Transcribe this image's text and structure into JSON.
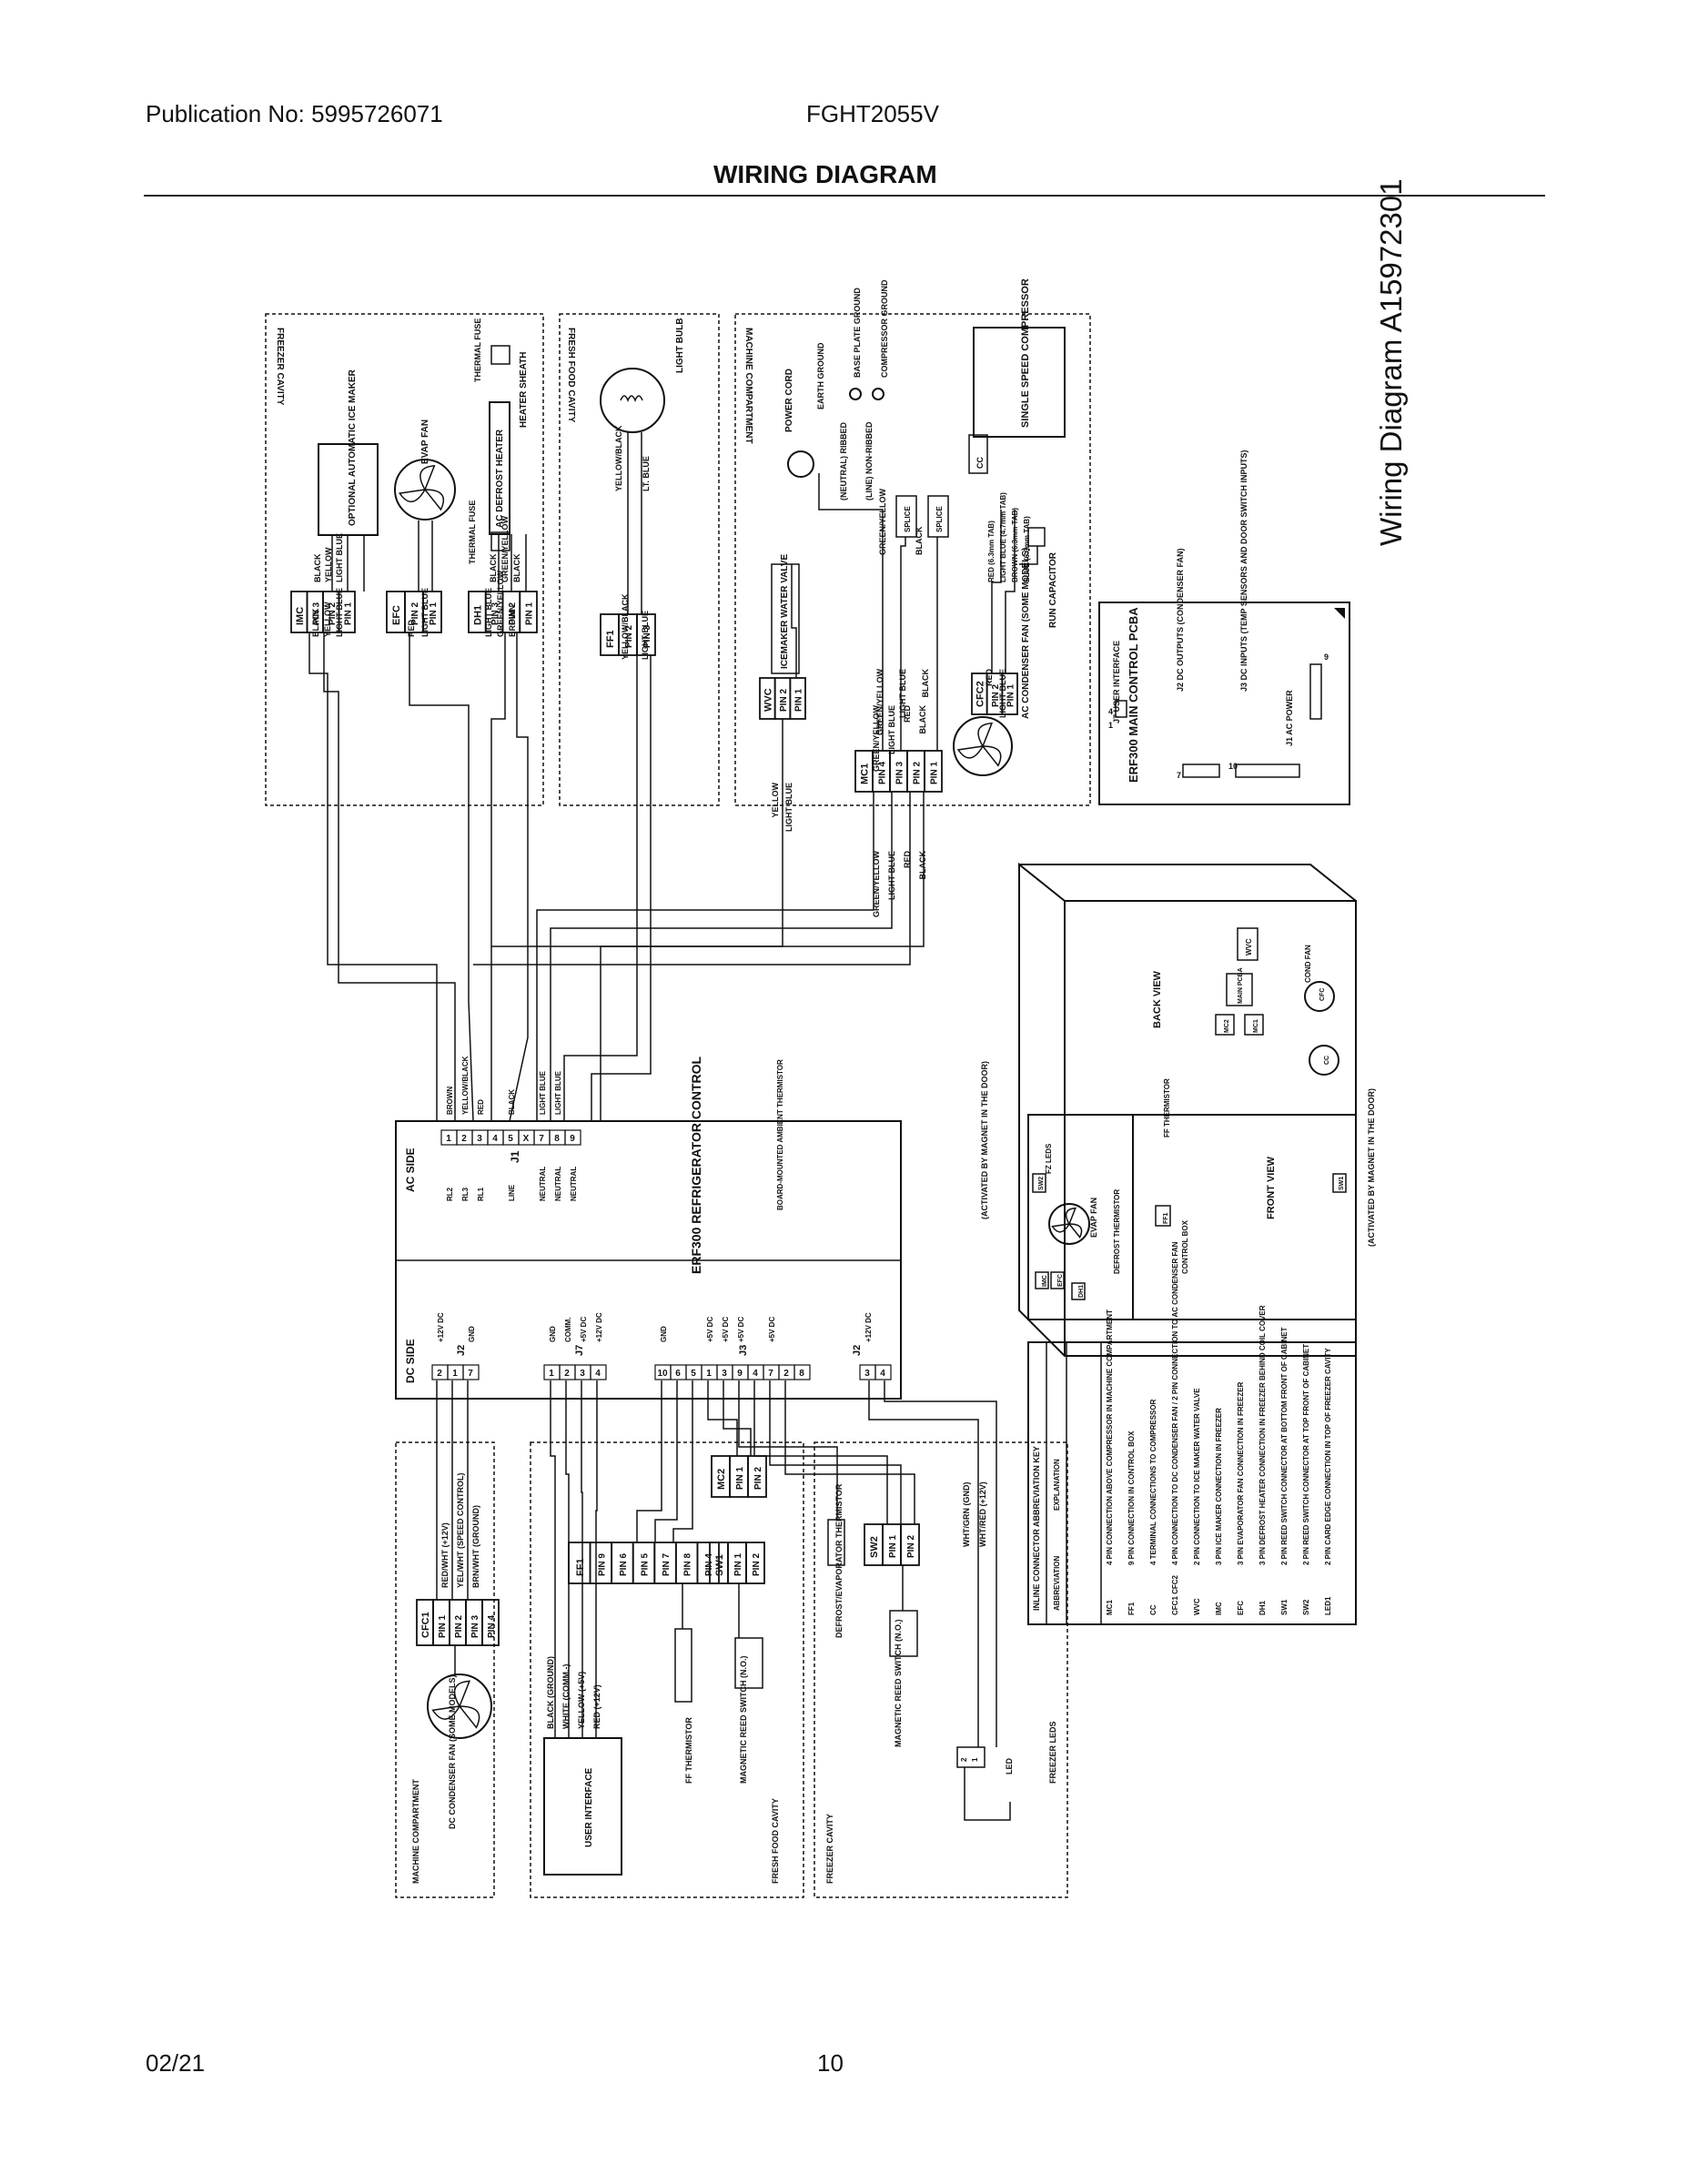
{
  "header": {
    "publication": "Publication No: 5995726071",
    "model": "FGHT2055V",
    "title": "WIRING DIAGRAM"
  },
  "side_label": "Wiring Diagram A15972301",
  "footer": {
    "date": "02/21",
    "page": "10"
  },
  "panels": {
    "freezer_cavity": "FREEZER CAVITY",
    "fresh_food_cavity": "FRESH FOOD CAVITY",
    "machine_compartment": "MACHINE COMPARTMENT",
    "dc_machine": "MACHINE COMPARTMENT",
    "dc_fresh": "FRESH FOOD CAVITY",
    "dc_freezer": "FREEZER CAVITY"
  },
  "components": {
    "ice_maker": "OPTIONAL AUTOMATIC ICE MAKER",
    "evap_fan": "EVAP FAN",
    "thermal_fuse": "THERMAL FUSE",
    "defrost_heater": "AC DEFROST HEATER",
    "heater_sheath": "HEATER SHEATH",
    "light_bulb": "LIGHT BULB",
    "power_cord": "POWER CORD",
    "earth_ground": "EARTH GROUND",
    "base_plate_ground": "BASE PLATE GROUND",
    "compressor_ground": "COMPRESSOR GROUND",
    "compressor": "SINGLE SPEED COMPRESSOR",
    "icemaker_valve": "ICEMAKER WATER VALVE",
    "run_capacitor": "RUN CAPACITOR",
    "ac_condenser_fan": "AC CONDENSER FAN (SOME MODELS)",
    "splice": "SPLICE",
    "neutral": "(NEUTRAL) RIBBED",
    "line": "(LINE) NON-RIBBED",
    "user_interface": "USER INTERFACE",
    "ff_thermistor": "FF THERMISTOR",
    "reed_switch_1": "MAGNETIC REED SWITCH (N.O.)",
    "reed_switch_2": "MAGNETIC REED SWITCH (N.O.)",
    "defrost_thermistor": "DEFROST/EVAPORATOR THERMISTOR",
    "freezer_leds": "FREEZER LEDS",
    "led": "LED",
    "dc_condenser_fan": "DC CONDENSER FAN (SOME MODELS)"
  },
  "main_pcba": {
    "title": "ERF300 MAIN CONTROL PCBA",
    "user_interface": "J7 USER INTERFACE",
    "j2": "J2 DC OUTPUTS (CONDENSER FAN)",
    "j3": "J3 DC INPUTS (TEMP SENSORS AND DOOR SWITCH INPUTS)",
    "j1": "J1 AC POWER",
    "num_4": "4",
    "num_1": "1",
    "num_7": "7",
    "num_10": "10",
    "num_9": "9"
  },
  "control": {
    "title": "ERF300 REFRIGERATOR CONTROL",
    "ac_side": "AC SIDE",
    "dc_side": "DC SIDE",
    "board_thermistor": "BOARD-MOUNTED AMBIENT THERMISTOR",
    "j1": "J1",
    "j2": "J2",
    "j7": "J7",
    "j3": "J3",
    "j2b": "J2",
    "ac_pins": [
      "1",
      "2",
      "3",
      "4",
      "5",
      "X",
      "7",
      "8",
      "9"
    ],
    "ac_pin_labels": [
      "RL2",
      "RL3",
      "RL1",
      "",
      "LINE",
      "",
      "NEUTRAL",
      "NEUTRAL",
      "NEUTRAL"
    ],
    "ac_wires": [
      "BROWN",
      "YELLOW/BLACK",
      "RED",
      "",
      "BLACK",
      "",
      "LIGHT BLUE",
      "LIGHT BLUE",
      ""
    ],
    "j2_pins": [
      "2",
      "1",
      "7"
    ],
    "j2_labels": [
      "+12V DC",
      "",
      "GND"
    ],
    "j7_pins": [
      "1",
      "2",
      "3",
      "4"
    ],
    "j7_labels": [
      "GND",
      "COMM.",
      "+5V DC",
      "+12V DC"
    ],
    "j3_pins": [
      "10",
      "6",
      "5",
      "1",
      "3",
      "9",
      "4",
      "7",
      "2",
      "8"
    ],
    "j3_labels": [
      "GND",
      "",
      "",
      "+5V DC",
      "+5V DC",
      "+5V DC",
      "",
      "+5V DC",
      "",
      ""
    ],
    "j2b_pins": [
      "3",
      "4"
    ],
    "j2b_labels": [
      "+12V DC",
      ""
    ]
  },
  "views": {
    "back": "BACK VIEW",
    "front": "FRONT VIEW",
    "cond_fan": "COND FAN",
    "wvc": "WVC",
    "main_pcba": "MAIN PCBA",
    "mc2": "MC2",
    "mc1": "MC1",
    "cfc": "CFC",
    "cc": "CC",
    "fz_leds": "FZ LEDS",
    "evap_fan": "EVAP FAN",
    "defrost_thermistor": "DEFROST THERMISTOR",
    "ff_thermistor": "FF THERMISTOR",
    "control_box": "CONTROL BOX",
    "sw1": "SW1",
    "sw2": "SW2",
    "imc": "IMC",
    "efc": "EFC",
    "dh1": "DH1",
    "ff1": "FF1",
    "magnet1": "(ACTIVATED BY MAGNET IN THE DOOR)",
    "magnet2": "(ACTIVATED BY MAGNET IN THE DOOR)"
  },
  "legend": {
    "title": "INLINE CONNECTOR ABBREVIATION KEY",
    "col1": "ABBREVIATION",
    "col2": "EXPLANATION",
    "rows": [
      {
        "abbr": "MC1",
        "text": "4 PIN CONNECTION ABOVE COMPRESSOR IN MACHINE COMPARTMENT"
      },
      {
        "abbr": "FF1",
        "text": "9 PIN CONNECTION IN CONTROL BOX"
      },
      {
        "abbr": "CC",
        "text": "4 TERMINAL CONNECTIONS TO COMPRESSOR"
      },
      {
        "abbr": "CFC1 CFC2",
        "text": "4 PIN CONNECTION TO DC CONDENSER FAN / 2 PIN CONNECTION TO AC CONDENSER FAN"
      },
      {
        "abbr": "WVC",
        "text": "2 PIN CONNECTION TO ICE MAKER WATER VALVE"
      },
      {
        "abbr": "IMC",
        "text": "3 PIN ICE MAKER CONNECTION IN FREEZER"
      },
      {
        "abbr": "EFC",
        "text": "3 PIN EVAPORATOR FAN CONNECTION IN FREEZER"
      },
      {
        "abbr": "DH1",
        "text": "3 PIN DEFROST HEATER CONNECTION IN FREEZER BEHIND COIL COVER"
      },
      {
        "abbr": "SW1",
        "text": "2 PIN REED SWITCH CONNECTOR AT BOTTOM FRONT OF CABINET"
      },
      {
        "abbr": "SW2",
        "text": "2 PIN REED SWITCH CONNECTOR AT TOP FRONT OF CABINET"
      },
      {
        "abbr": "LED1",
        "text": "2 PIN CARD EDGE CONNECTION IN TOP OF FREEZER CAVITY"
      }
    ]
  },
  "connectors": {
    "imc": {
      "id": "IMC",
      "pins": [
        "PIN 3",
        "PIN 2",
        "PIN 1"
      ],
      "in": [
        "BLACK",
        "YELLOW",
        "LIGHT BLUE"
      ],
      "out": [
        "BLACK",
        "YELLOW",
        "LIGHT BLUE"
      ]
    },
    "efc": {
      "id": "EFC",
      "pins": [
        "PIN 2",
        "PIN 1"
      ],
      "in": [
        "RED",
        "LIGHT BLUE"
      ]
    },
    "dh1": {
      "id": "DH1",
      "pins": [
        "PIN 3",
        "PIN 2",
        "PIN 1"
      ],
      "in": [
        "LIGHT BLUE",
        "GREEN/YELLOW",
        "BROWN"
      ],
      "out": [
        "BLACK",
        "GREEN/YELLOW",
        "BLACK"
      ]
    },
    "ff1_top": {
      "id": "FF1",
      "pins": [
        "PIN 2",
        "PIN 3"
      ],
      "in": [
        "YELLOW/BLACK",
        "LIGHT BLUE"
      ],
      "out": [
        "YELLOW/BLACK",
        "LT. BLUE"
      ]
    },
    "wvc": {
      "id": "WVC",
      "pins": [
        "PIN 2",
        "PIN 1"
      ],
      "in": [
        "YELLOW",
        "LIGHT BLUE"
      ]
    },
    "mc1": {
      "id": "MC1",
      "pins": [
        "PIN 4",
        "PIN 3",
        "PIN 2",
        "PIN 1"
      ],
      "in": [
        "GREEN/YELLOW",
        "LIGHT BLUE",
        "RED",
        "BLACK"
      ],
      "out": [
        "GREEN/YELLOW",
        "LIGHT BLUE",
        "RED",
        "BLACK"
      ]
    },
    "cfc2": {
      "id": "CFC2",
      "pins": [
        "PIN 2",
        "PIN 1"
      ],
      "in": [
        "RED",
        "LIGHT BLUE"
      ]
    },
    "cc": {
      "id": "CC",
      "tabs": [
        "RED (6.3mm TAB)",
        "LIGHT BLUE (4.7mm TAB)",
        "BROWN (6.3mm TAB)",
        "BLUE (6.3mm TAB)"
      ]
    },
    "ff1_bot": {
      "id": "FF1",
      "pins": [
        "PIN 9",
        "PIN 6",
        "PIN 5",
        "PIN 7",
        "PIN 8",
        "PIN 4"
      ]
    },
    "sw1": {
      "id": "SW1",
      "pins": [
        "PIN 1",
        "PIN 2"
      ]
    },
    "mc2": {
      "id": "MC2",
      "pins": [
        "PIN 1",
        "PIN 2"
      ]
    },
    "sw2": {
      "id": "SW2",
      "pins": [
        "PIN 1",
        "PIN 2"
      ]
    },
    "cfc1": {
      "id": "CFC1",
      "pins": [
        "PIN 1",
        "PIN 2",
        "PIN 3",
        "PIN 4"
      ],
      "wires": [
        "RED/WHT (+12V)",
        "YEL/WHT (SPEED CONTROL)",
        "BRN/WHT (GROUND)",
        ""
      ]
    },
    "ui_wires": [
      "BLACK (GROUND)",
      "WHITE (COMM.-)",
      "YELLOW (+5V)",
      "RED (+12V)"
    ],
    "led_wires": [
      "WHT/GRN (GND)",
      "WHT/RED (+12V)"
    ],
    "led_pins": [
      "2",
      "1"
    ],
    "rc_wires": [
      "GREEN/YELLOW",
      "LIGHT BLUE",
      "BLACK"
    ],
    "machine_wires": [
      "GREEN/YELLOW",
      "BLACK"
    ],
    "ff_wires": [
      "YELLOW",
      "LIGHT BLUE",
      "BLACK",
      "RED"
    ]
  }
}
